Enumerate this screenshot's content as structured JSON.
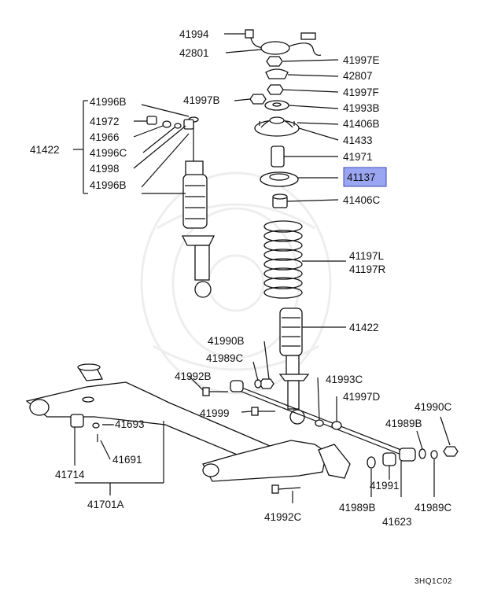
{
  "diagram": {
    "part_labels": [
      {
        "id": "p41994",
        "text": "41994"
      },
      {
        "id": "p42801",
        "text": "42801"
      },
      {
        "id": "p41997E",
        "text": "41997E"
      },
      {
        "id": "p42807",
        "text": "42807"
      },
      {
        "id": "p41997F",
        "text": "41997F"
      },
      {
        "id": "p41997B_top",
        "text": "41997B"
      },
      {
        "id": "p41993B",
        "text": "41993B"
      },
      {
        "id": "p41406B",
        "text": "41406B"
      },
      {
        "id": "p41433",
        "text": "41433"
      },
      {
        "id": "p41971",
        "text": "41971"
      },
      {
        "id": "p41137",
        "text": "41137"
      },
      {
        "id": "p41406C",
        "text": "41406C"
      },
      {
        "id": "p41197L",
        "text": "41197L"
      },
      {
        "id": "p41197R",
        "text": "41197R"
      },
      {
        "id": "p41422_right",
        "text": "41422"
      },
      {
        "id": "p41996B_a",
        "text": "41996B"
      },
      {
        "id": "p41972",
        "text": "41972"
      },
      {
        "id": "p41966",
        "text": "41966"
      },
      {
        "id": "p41422_left",
        "text": "41422"
      },
      {
        "id": "p41996C",
        "text": "41996C"
      },
      {
        "id": "p41998",
        "text": "41998"
      },
      {
        "id": "p41996B_b",
        "text": "41996B"
      },
      {
        "id": "p41990B",
        "text": "41990B"
      },
      {
        "id": "p41989C_top",
        "text": "41989C"
      },
      {
        "id": "p41992B",
        "text": "41992B"
      },
      {
        "id": "p41993C",
        "text": "41993C"
      },
      {
        "id": "p41997D",
        "text": "41997D"
      },
      {
        "id": "p41999",
        "text": "41999"
      },
      {
        "id": "p41990C",
        "text": "41990C"
      },
      {
        "id": "p41989B_top",
        "text": "41989B"
      },
      {
        "id": "p41693",
        "text": "41693"
      },
      {
        "id": "p41691",
        "text": "41691"
      },
      {
        "id": "p41714",
        "text": "41714"
      },
      {
        "id": "p41701A",
        "text": "41701A"
      },
      {
        "id": "p41991",
        "text": "41991"
      },
      {
        "id": "p41992C",
        "text": "41992C"
      },
      {
        "id": "p41989B_bottom",
        "text": "41989B"
      },
      {
        "id": "p41989C_bottom",
        "text": "41989C"
      },
      {
        "id": "p41623",
        "text": "41623"
      }
    ],
    "highlighted_part": "41137",
    "highlight_color": "#9aa6f2",
    "diagram_code": "3HQ1C02"
  }
}
